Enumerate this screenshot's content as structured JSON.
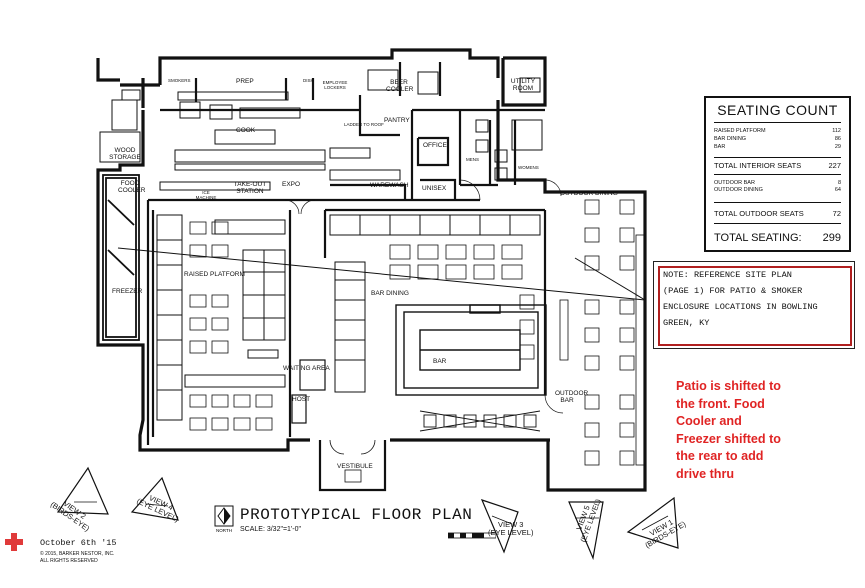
{
  "rooms": {
    "smokers": "SMOKERS",
    "prep": "PREP",
    "dish": "DISH",
    "employee_lockers": "EMPLOYEE LOCKERS",
    "beer_cooler": "BEER COOLER",
    "utility_room": "UTILITY ROOM",
    "pantry": "PANTRY",
    "ladder": "LADDER TO ROOF",
    "office": "OFFICE",
    "wood_storage": "WOOD STORAGE",
    "cook": "COOK",
    "mens": "MENS",
    "womens": "WOMENS",
    "food_cooler": "FOOD COOLER",
    "takeout": "TAKE-OUT STATION",
    "expo": "EXPO",
    "warewash": "WAREWASH",
    "unisex": "UNISEX",
    "ice_machine": "ICE MACHINE",
    "outdoor_dining": "OUTDOOR DINING",
    "raised_platform": "RAISED PLATFORM",
    "bar_dining": "BAR DINING",
    "freezer": "FREEZER",
    "bar": "BAR",
    "waiting_area": "WAITING AREA",
    "host": "HOST",
    "outdoor_bar": "OUTDOOR BAR",
    "vestibule": "VESTIBULE"
  },
  "seating": {
    "title": "SEATING COUNT",
    "rows": [
      {
        "label": "RAISED PLATFORM",
        "value": "112"
      },
      {
        "label": "BAR DINING",
        "value": "86"
      },
      {
        "label": "BAR",
        "value": "29"
      }
    ],
    "interior_label": "TOTAL INTERIOR SEATS",
    "interior_value": "227",
    "outdoor_rows": [
      {
        "label": "OUTDOOR BAR",
        "value": "8"
      },
      {
        "label": "OUTDOOR DINING",
        "value": "64"
      }
    ],
    "outdoor_label": "TOTAL OUTDOOR SEATS",
    "outdoor_value": "72",
    "total_label": "TOTAL SEATING:",
    "total_value": "299"
  },
  "note": {
    "lines": [
      "NOTE: REFERENCE SITE PLAN",
      "(PAGE 1) FOR PATIO & SMOKER",
      "ENCLOSURE LOCATIONS IN BOWLING",
      "GREEN, KY"
    ]
  },
  "annotation": {
    "lines": [
      "Patio is shifted to",
      "the front.  Food",
      "Cooler and",
      "Freezer shifted to",
      "the rear to add",
      "drive thru"
    ],
    "color": "#e02424"
  },
  "title": "PROTOTYPICAL FLOOR PLAN",
  "scale": "SCALE: 3/32\"=1'-0\"",
  "north_label": "NORTH",
  "date": "October 6th '15",
  "copyright": [
    "© 2015, BARKER NESTOR, INC.",
    "ALL RIGHTS RESERVED"
  ],
  "views": [
    {
      "title": "VIEW 2",
      "sub": "(BIRDS-EYE)"
    },
    {
      "title": "VIEW 4",
      "sub": "(EYE LEVEL)"
    },
    {
      "title": "VIEW 3",
      "sub": "(EYE LEVEL)"
    },
    {
      "title": "VIEW 5",
      "sub": "(EYE LEVEL)"
    },
    {
      "title": "VIEW 1",
      "sub": "(BIRDS-EYE)"
    }
  ],
  "icons": {
    "plus": "plus-icon",
    "north": "north-arrow-icon",
    "view": "view-triangle-icon"
  },
  "colors": {
    "annotation": "#e02424",
    "note_border": "#b02020",
    "plus": "#e03a3a"
  }
}
